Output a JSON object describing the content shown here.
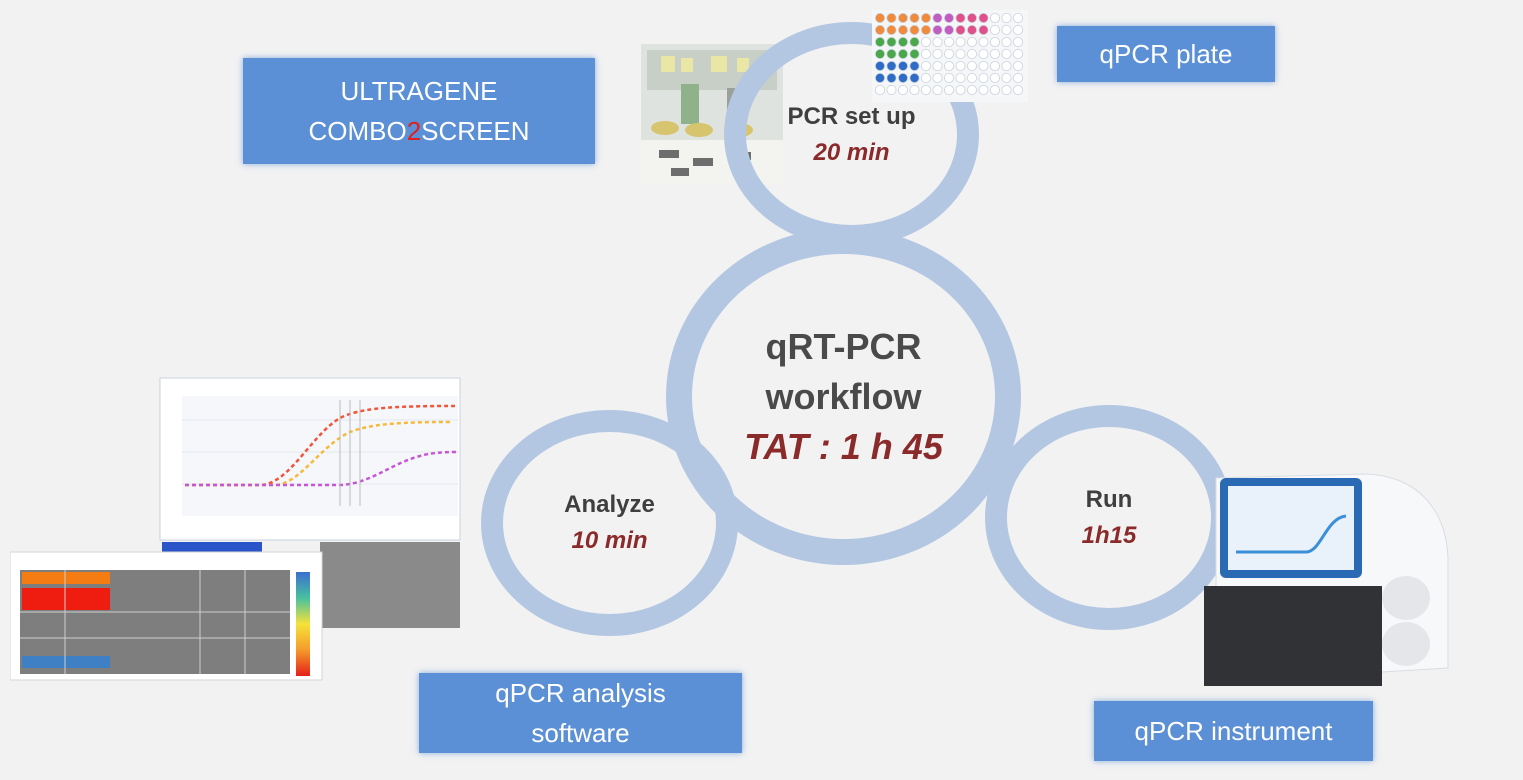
{
  "center": {
    "line1": "qRT-PCR",
    "line2": "workflow",
    "tat": "TAT : 1 h 45"
  },
  "steps": {
    "setup": {
      "name": "PCR set up",
      "time": "20 min"
    },
    "run": {
      "name": "Run",
      "time": "1h15"
    },
    "analyze": {
      "name": "Analyze",
      "time": "10 min"
    }
  },
  "labels": {
    "product": {
      "line1": "ULTRAGENE",
      "line2_part1": "COMBO",
      "line2_accent": "2",
      "line2_part2": "SCREEN"
    },
    "plate": "qPCR plate",
    "software": {
      "line1": "qPCR analysis",
      "line2": "software"
    },
    "instrument": "qPCR instrument"
  },
  "colors": {
    "label_bg": "#5b8fd6",
    "ring": "#b3c7e3",
    "time_text": "#8b2a2a",
    "accent": "#e0201c"
  },
  "icons": [
    "lab-hood-photo",
    "qpcr-plate-photo",
    "software-screenshot",
    "qpcr-instrument-photo"
  ]
}
